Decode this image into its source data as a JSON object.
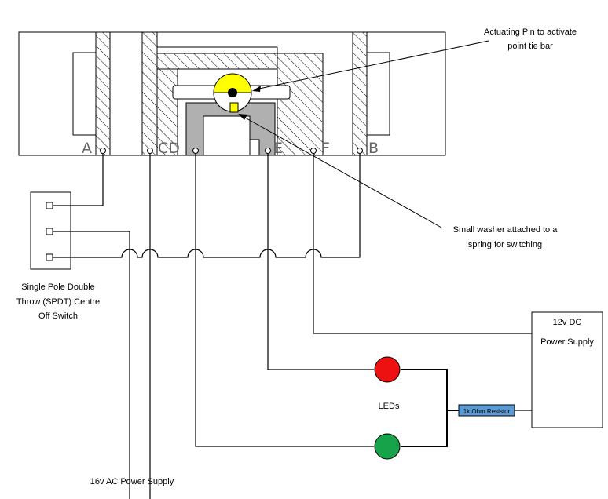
{
  "annotations": {
    "pin_line1": "Actuating Pin to activate",
    "pin_line2": "point tie bar",
    "washer_line1": "Small washer attached to a",
    "washer_line2": "spring for switching",
    "switch_line1": "Single Pole Double",
    "switch_line2": "Throw (SPDT) Centre",
    "switch_line3": "Off Switch"
  },
  "terminals": {
    "a": "A",
    "cd": "CD",
    "e": "E",
    "f": "F",
    "b": "B"
  },
  "power_dc": {
    "line1": "12v DC",
    "line2": "Power Supply"
  },
  "resistor_label": "1k Ohm Resistor",
  "leds_label": "LEDs",
  "ac_supply_label": "16v AC Power Supply",
  "colors": {
    "pin_yellow": "#ffff00",
    "led_red": "#ee1111",
    "led_green": "#16a34a",
    "resistor_blue": "#5b9bd5",
    "hatch_grey": "#a0a0a0"
  }
}
